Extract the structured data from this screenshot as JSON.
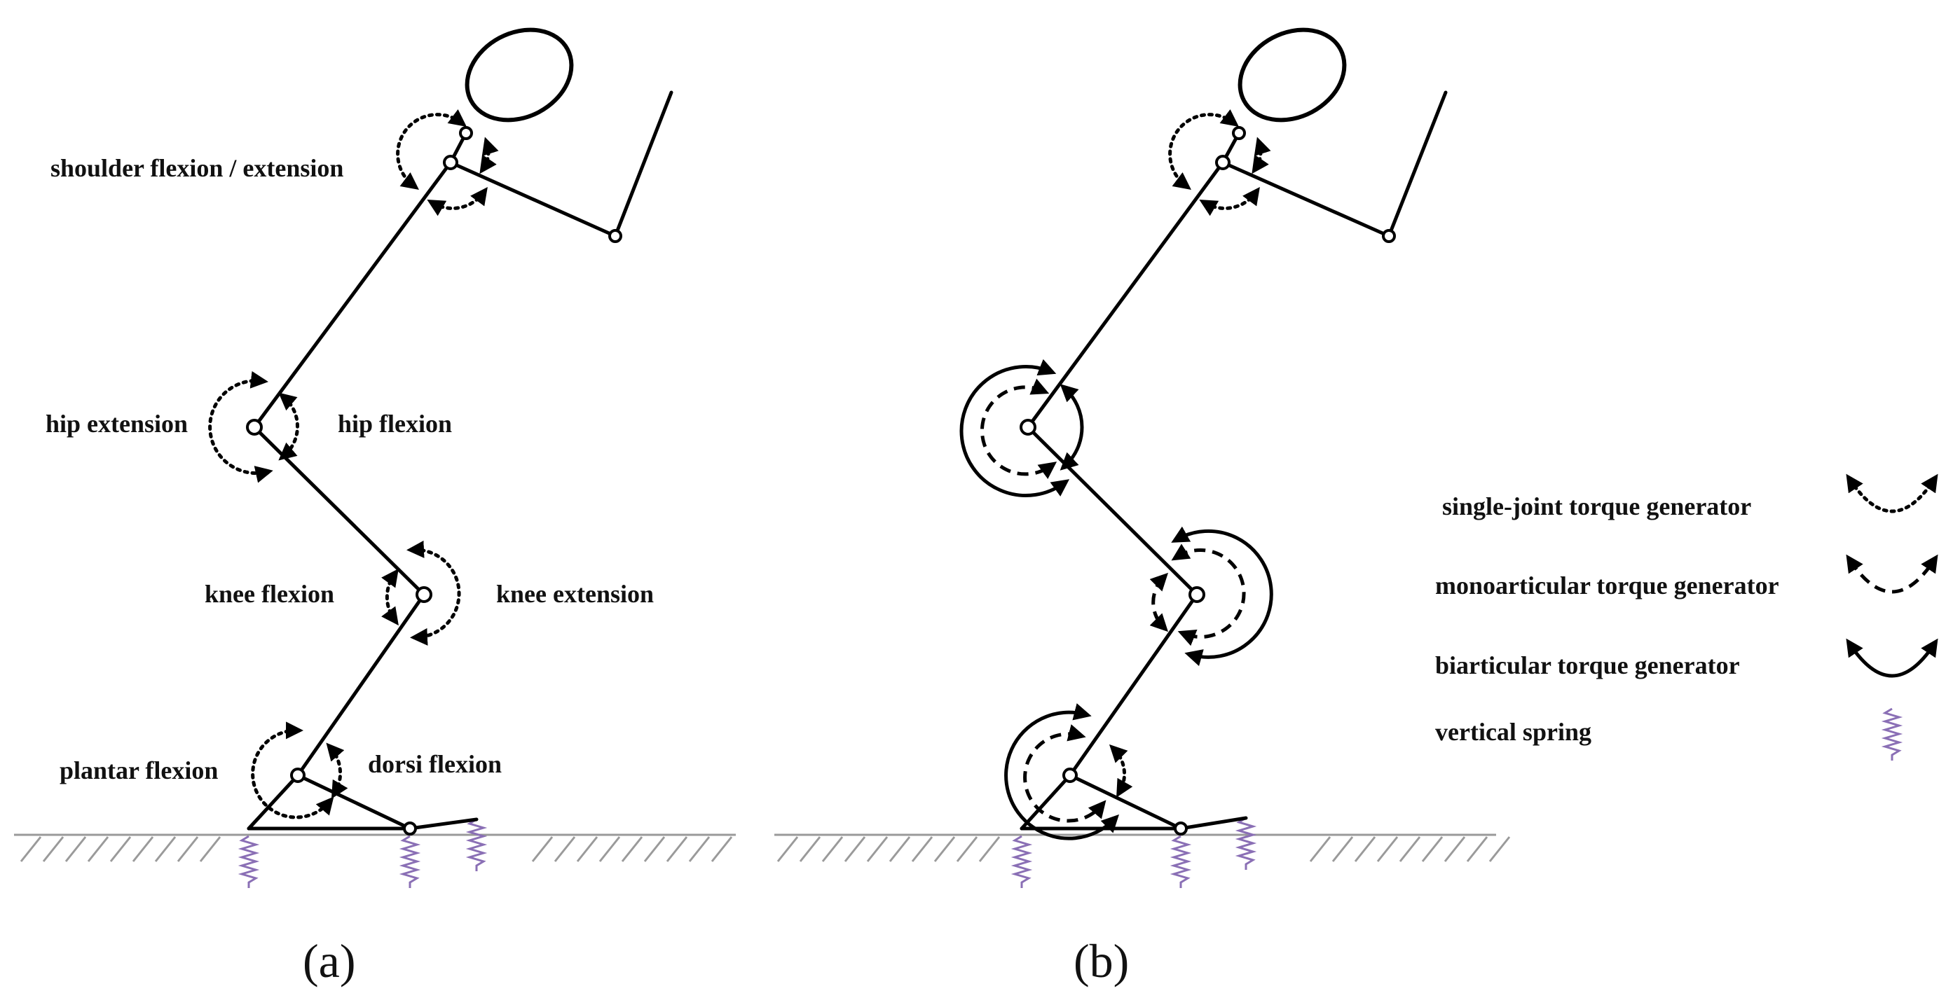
{
  "colors": {
    "line": "#000000",
    "ground": "#9a9a9a",
    "spring": "#8a6fb5"
  },
  "panel_a": {
    "label": "(a)",
    "annotations": {
      "shoulder": "shoulder flexion / extension",
      "hip_ext": "hip extension",
      "hip_flex": "hip flexion",
      "knee_flex": "knee flexion",
      "knee_ext": "knee extension",
      "plantar": "plantar flexion",
      "dorsi": "dorsi flexion"
    }
  },
  "panel_b": {
    "label": "(b)"
  },
  "legend": {
    "items": [
      {
        "label": "single-joint torque generator",
        "icon": "dotted-arc-icon"
      },
      {
        "label": "monoarticular torque generator",
        "icon": "dashed-arc-icon"
      },
      {
        "label": "biarticular torque generator",
        "icon": "solid-arc-icon"
      },
      {
        "label": "vertical spring",
        "icon": "spring-icon"
      }
    ]
  }
}
